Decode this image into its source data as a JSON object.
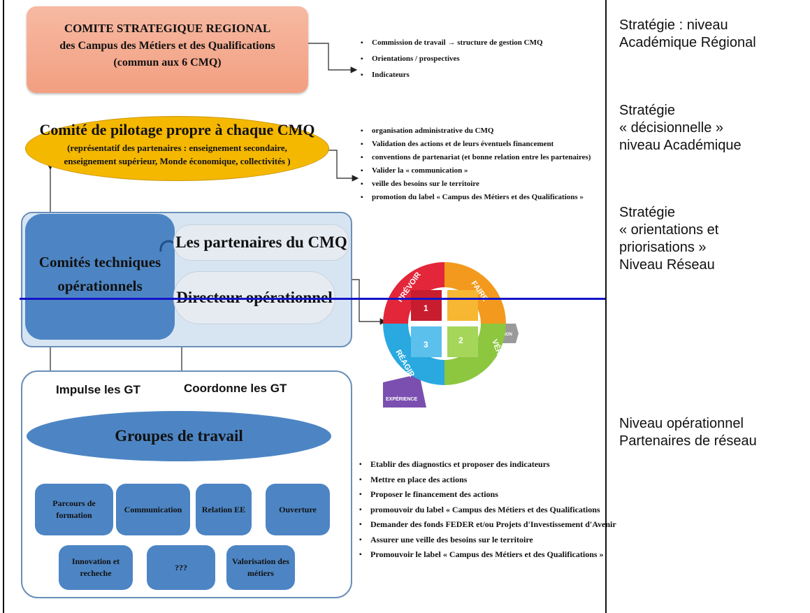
{
  "strategic_box": {
    "line1": "COMITE STRATEGIQUE REGIONAL",
    "line2": "des Campus des Métiers et des Qualifications",
    "line3": "(commun aux 6 CMQ)"
  },
  "strategic_points": [
    "Commission de travail → structure de gestion CMQ",
    "Orientations / prospectives",
    "Indicateurs"
  ],
  "pilotage": {
    "title": "Comité de pilotage propre à chaque CMQ",
    "subtitle1": "(représentatif des partenaires : enseignement secondaire,",
    "subtitle2": "enseignement supérieur, Monde économique, collectivités )"
  },
  "pilotage_points": [
    "organisation administrative du CMQ",
    "Validation des actions et de leurs éventuels financement",
    "conventions de partenariat (et  bonne relation entre les partenaires)",
    "Valider la « communication »",
    "veille des besoins sur le territoire",
    "promotion du label « Campus des Métiers et des Qualifications »"
  ],
  "technical": {
    "committees_line1": "Comités techniques",
    "committees_line2": "opérationnels",
    "partners": "Les partenaires du CMQ",
    "director": "Directeur  opérationnel"
  },
  "cycle": {
    "segments": [
      "PRÉVOIR",
      "FAIRE",
      "VÉRIFIER",
      "RÉAGIR"
    ],
    "numbers": [
      "1",
      "2",
      "3"
    ],
    "innovation": "INNOVATION",
    "experience": "EXPÉRIENCE"
  },
  "arrows": {
    "impulse": "Impulse les GT",
    "coordinate": "Coordonne les GT"
  },
  "work_groups": {
    "title": "Groupes de travail",
    "nodes": [
      "Parcours de formation",
      "Communication",
      "Relation EE",
      "Ouverture",
      "Innovation et recheche",
      "???",
      "Valorisation des métiers"
    ]
  },
  "work_points": [
    "Etablir des diagnostics et proposer des indicateurs",
    "Mettre en place des actions",
    "Proposer le financement des actions",
    "promouvoir du label « Campus des Métiers et des Qualifications",
    "Demander des fonds FEDER et/ou Projets d'Investissement d'Avenir",
    "Assurer une veille des besoins sur le territoire",
    "Promouvoir  le label « Campus des Métiers et des Qualifications »"
  ],
  "levels": {
    "level1": [
      "Stratégie : niveau",
      "Académique Régional"
    ],
    "level2": [
      "Stratégie",
      "« décisionnelle »",
      "niveau Académique"
    ],
    "level3": [
      "Stratégie",
      "« orientations et",
      "priorisations »",
      "Niveau Réseau"
    ],
    "level4": [
      "Niveau opérationnel",
      "Partenaires de réseau"
    ]
  },
  "colors": {
    "strategic": "#f29f80",
    "pilotage": "#f5b800",
    "blue_node": "#4d85c4",
    "container": "#d7e5f3",
    "divider": "#1414c8",
    "cycle_red": "#e3263a",
    "cycle_orange": "#f39a1e",
    "cycle_green": "#8dc63f",
    "cycle_blue": "#29a9e0",
    "experience_purple": "#7b4fb0"
  }
}
